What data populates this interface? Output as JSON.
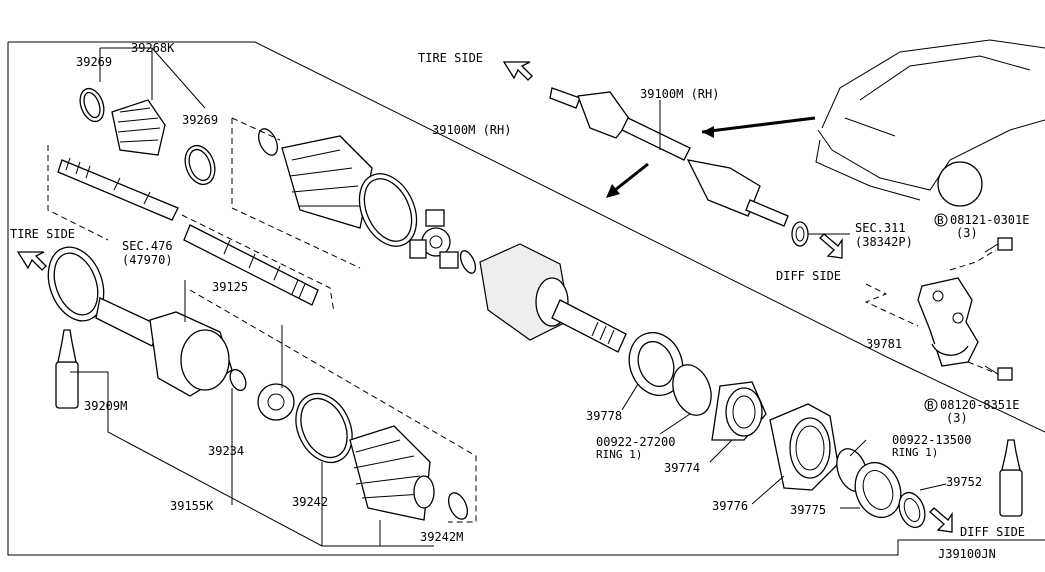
{
  "diagram_code": "J39100JN",
  "side_labels": {
    "tire_side_top": "TIRE SIDE",
    "tire_side_left": "TIRE SIDE",
    "diff_side_mid": "DIFF SIDE",
    "diff_side_bottom": "DIFF SIDE"
  },
  "sections": {
    "sec_476": "SEC.476",
    "sec_476_sub": "(47970)",
    "sec_311": "SEC.311",
    "sec_311_sub": "(38342P)"
  },
  "bolts": {
    "bolt_top": "08121-0301E",
    "bolt_top_qty": "(3)",
    "bolt_bottom": "08120-8351E",
    "bolt_bottom_qty": "(3)",
    "bolt_symbol": "B"
  },
  "parts": {
    "p39268k": "39268K",
    "p39269_a": "39269",
    "p39269_b": "39269",
    "p39100m_rh_a": "39100M (RH)",
    "p39100m_rh_b": "39100M (RH)",
    "p39125": "39125",
    "p39209m": "39209M",
    "p39234": "39234",
    "p39155k": "39155K",
    "p39242": "39242",
    "p39242m": "39242M",
    "p39778": "39778",
    "p00922_27200": "00922-27200",
    "p00922_27200_ring": "RING 1)",
    "p39774": "39774",
    "p39776": "39776",
    "p00922_13500": "00922-13500",
    "p00922_13500_ring": "RING 1)",
    "p39775": "39775",
    "p39752": "39752",
    "p39781": "39781"
  }
}
